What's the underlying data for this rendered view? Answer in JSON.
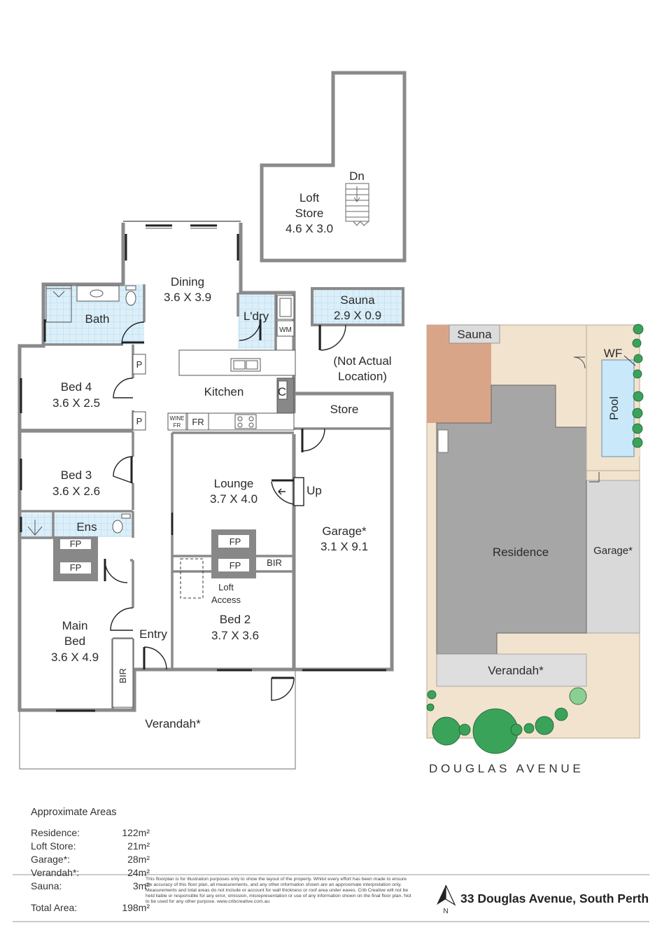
{
  "floorplan": {
    "rooms": {
      "loft_name": "Loft",
      "loft_name2": "Store",
      "loft_dims": "4.6 X 3.0",
      "loft_dn": "Dn",
      "dining_name": "Dining",
      "dining_dims": "3.6 X 3.9",
      "bath_name": "Bath",
      "laundry_name": "L'dry",
      "wm_label": "WM",
      "sauna_name": "Sauna",
      "sauna_dims": "2.9 X 0.9",
      "sauna_note1": "(Not Actual",
      "sauna_note2": "Location)",
      "bed4_name": "Bed 4",
      "bed4_dims": "3.6 X 2.5",
      "pantry_label": "P",
      "kitchen_name": "Kitchen",
      "cupboard_label": "C",
      "wine_label1": "WINE",
      "wine_label2": "FR",
      "fridge_label": "FR",
      "store_name": "Store",
      "bed3_name": "Bed 3",
      "bed3_dims": "3.6 X 2.6",
      "lounge_name": "Lounge",
      "lounge_dims": "3.7 X 4.0",
      "up_label": "Up",
      "garage_name": "Garage*",
      "garage_dims": "3.1 X 9.1",
      "ens_name": "Ens",
      "fireplace_label": "FP",
      "bir_label": "BIR",
      "loft_access1": "Loft",
      "loft_access2": "Access",
      "bed2_name": "Bed 2",
      "bed2_dims": "3.7 X 3.6",
      "main_name1": "Main",
      "main_name2": "Bed",
      "main_dims": "3.6 X 4.9",
      "entry_name": "Entry",
      "verandah_name": "Verandah*"
    }
  },
  "siteplan": {
    "sauna": "Sauna",
    "wf": "WF",
    "pool": "Pool",
    "residence": "Residence",
    "garage": "Garage*",
    "verandah": "Verandah*",
    "street": "DOUGLAS AVENUE"
  },
  "areas": {
    "title": "Approximate Areas",
    "rows": [
      {
        "label": "Residence:",
        "value": "122m²"
      },
      {
        "label": "Loft Store:",
        "value": "21m²"
      },
      {
        "label": "Garage*:",
        "value": "28m²"
      },
      {
        "label": "Verandah*:",
        "value": "24m²"
      },
      {
        "label": "Sauna:",
        "value": "3m²"
      }
    ],
    "total_label": "Total Area:",
    "total_value": "198m²"
  },
  "disclaimer": "This floorplan is for illustration purposes only to show the layout of the property. Whilst every effort has been made to ensure the accuracy of this floor plan, all measurements, and any other information shown are an approximate interpretation only. Measurements and total areas do not include or account for wall thickness or roof area under eaves. Crib Creative will not be held liable or responsible for any error, omission, misrepresentation or use of any information shown on the final floor plan. Not to be used for any other purpose. www.cribcreative.com.au",
  "north_label": "N",
  "address": "33 Douglas Avenue, South Perth",
  "colors": {
    "wall": "#8a8a8a",
    "tile": "#dbeef8",
    "residence": "#a5a5a5",
    "sauna_site": "#d9a589",
    "land": "#f2e3cf",
    "pool": "#c9e9fb",
    "garage_site": "#d9d9d9",
    "tree": "#3aa35a"
  }
}
